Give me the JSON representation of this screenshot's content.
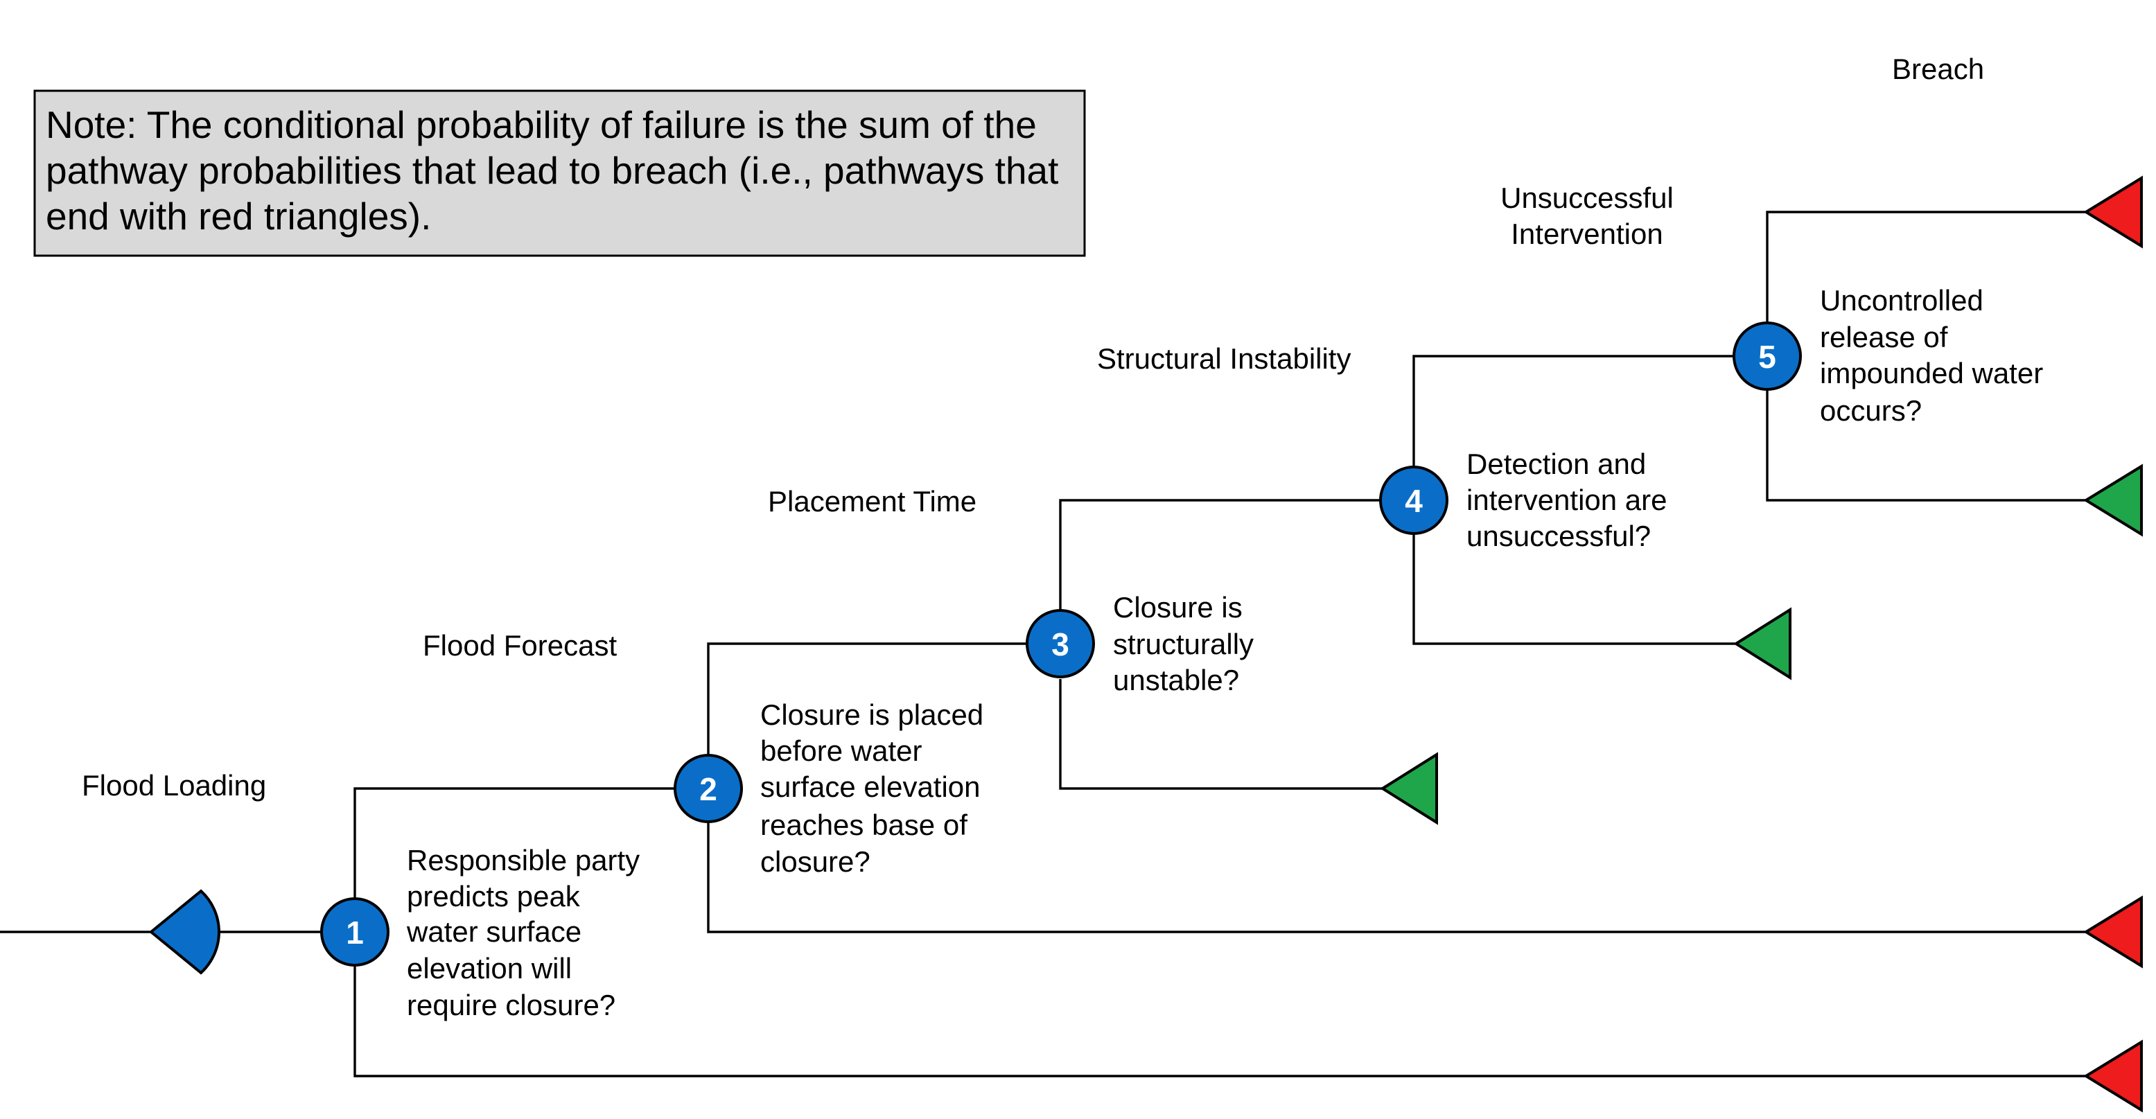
{
  "note": {
    "lines": [
      "Note: The conditional probability of failure is the sum of the",
      "pathway probabilities that lead to breach (i.e., pathways that",
      "end with red triangles)."
    ]
  },
  "headers": {
    "flood_loading": "Flood Loading",
    "flood_forecast": "Flood Forecast",
    "placement_time": "Placement Time",
    "structural_instability": "Structural Instability",
    "unsuccessful_intervention": [
      "Unsuccessful",
      "Intervention"
    ],
    "breach": "Breach"
  },
  "nodes": [
    {
      "number": "1",
      "question": [
        "Responsible party",
        "predicts peak",
        "water surface",
        "elevation will",
        "require closure?"
      ]
    },
    {
      "number": "2",
      "question": [
        "Closure is placed",
        "before water",
        "surface elevation",
        "reaches base of",
        "closure?"
      ]
    },
    {
      "number": "3",
      "question": [
        "Closure is",
        "structurally",
        "unstable?"
      ]
    },
    {
      "number": "4",
      "question": [
        "Detection and",
        "intervention are",
        "unsuccessful?"
      ]
    },
    {
      "number": "5",
      "question": [
        "Uncontrolled",
        "release of",
        "impounded water",
        "occurs?"
      ]
    }
  ],
  "colors": {
    "node_fill": "#0a6ec8",
    "breach_terminal": "#ee1c1c",
    "safe_terminal": "#1fa64a",
    "start_marker": "#0a6ec8",
    "note_background": "#d9d9d9"
  },
  "terminals": [
    {
      "outcome": "breach"
    },
    {
      "outcome": "no-breach"
    },
    {
      "outcome": "no-breach"
    },
    {
      "outcome": "no-breach"
    },
    {
      "outcome": "breach"
    },
    {
      "outcome": "breach"
    }
  ]
}
